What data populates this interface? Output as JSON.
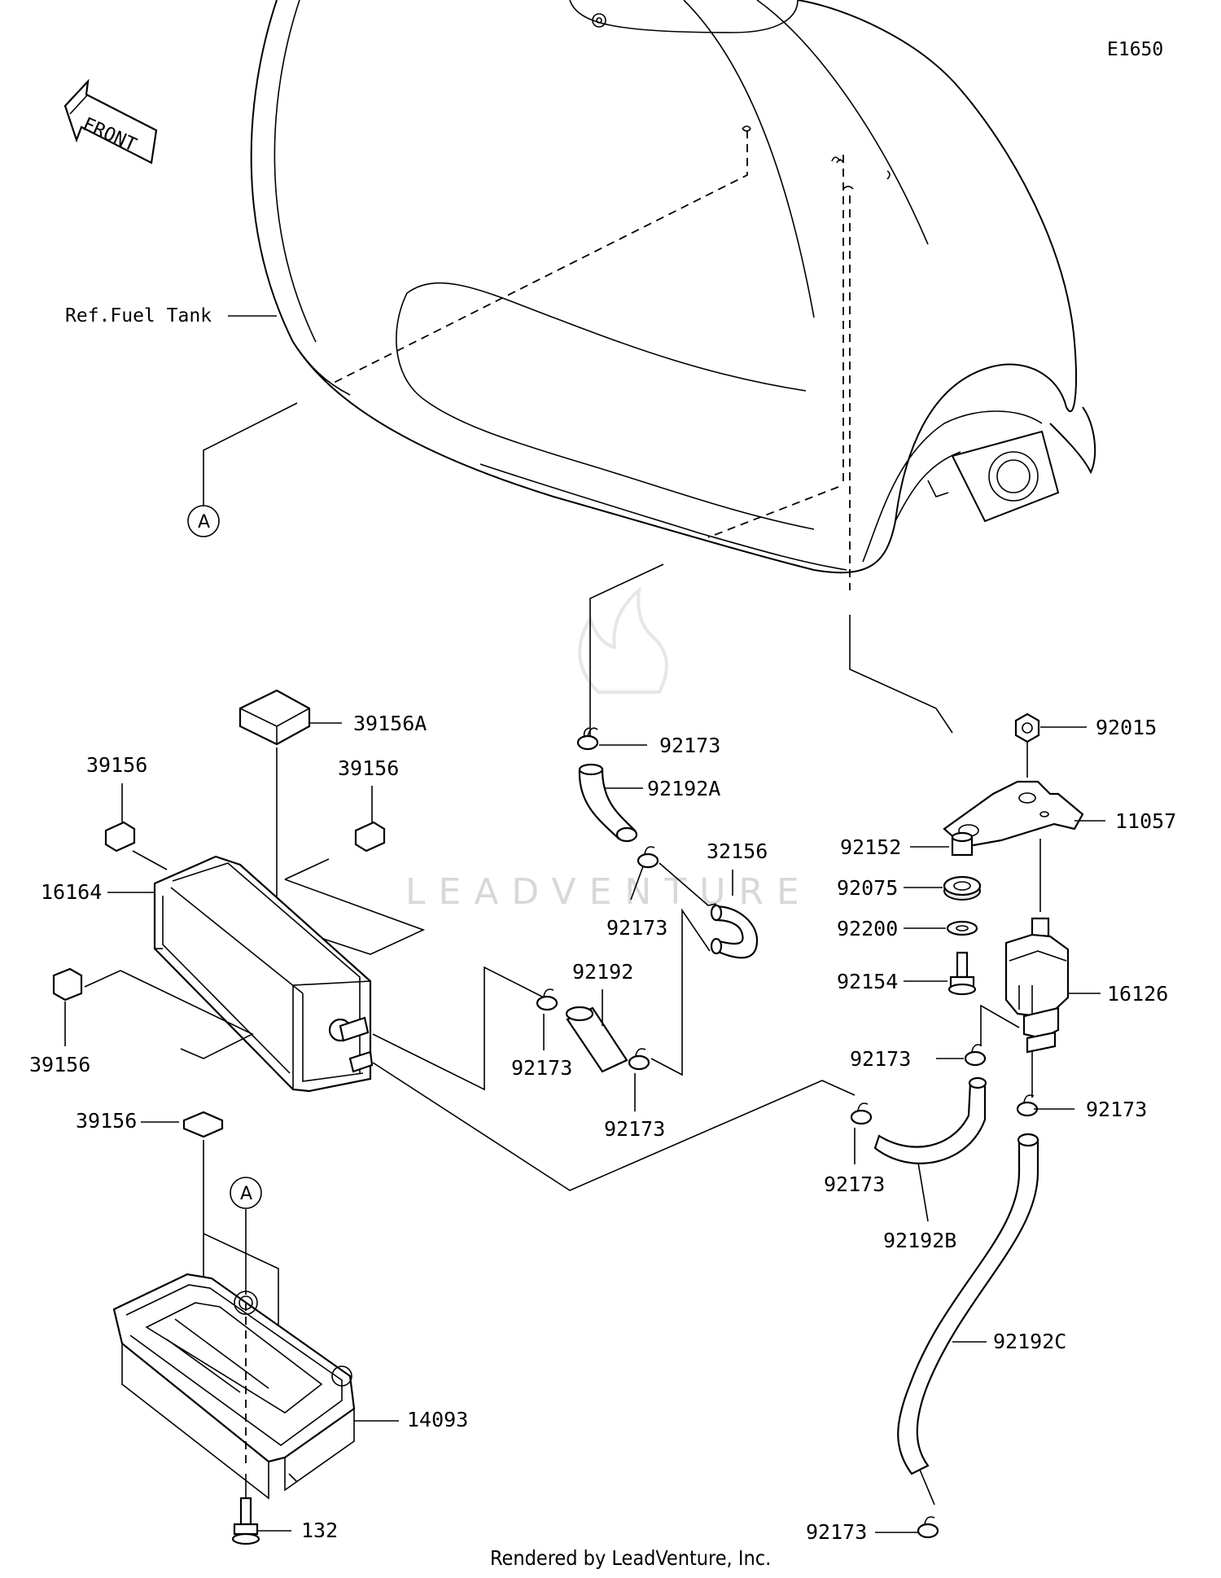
{
  "diagram_code": "E1650",
  "front_label": "FRONT",
  "reference": "Ref.Fuel Tank",
  "callouts": {
    "a_top": "A",
    "a_bottom": "A"
  },
  "watermark": "LEADVENTURE",
  "footer": "Rendered by LeadVenture, Inc.",
  "parts": {
    "p39156A": "39156A",
    "p39156_tl": "39156",
    "p39156_tr": "39156",
    "p16164": "16164",
    "p39156_l": "39156",
    "p39156_b": "39156",
    "p14093": "14093",
    "p132": "132",
    "p92173_a": "92173",
    "p92192A": "92192A",
    "p32156": "32156",
    "p92173_b": "92173",
    "p92192": "92192",
    "p92173_c": "92173",
    "p92173_d": "92173",
    "p92173_e": "92173",
    "p92192B": "92192B",
    "p92192C": "92192C",
    "p92173_f": "92173",
    "p92173_g": "92173",
    "p92173_h": "92173",
    "p92015": "92015",
    "p11057": "11057",
    "p92152": "92152",
    "p92075": "92075",
    "p92200": "92200",
    "p92154": "92154",
    "p16126": "16126"
  }
}
